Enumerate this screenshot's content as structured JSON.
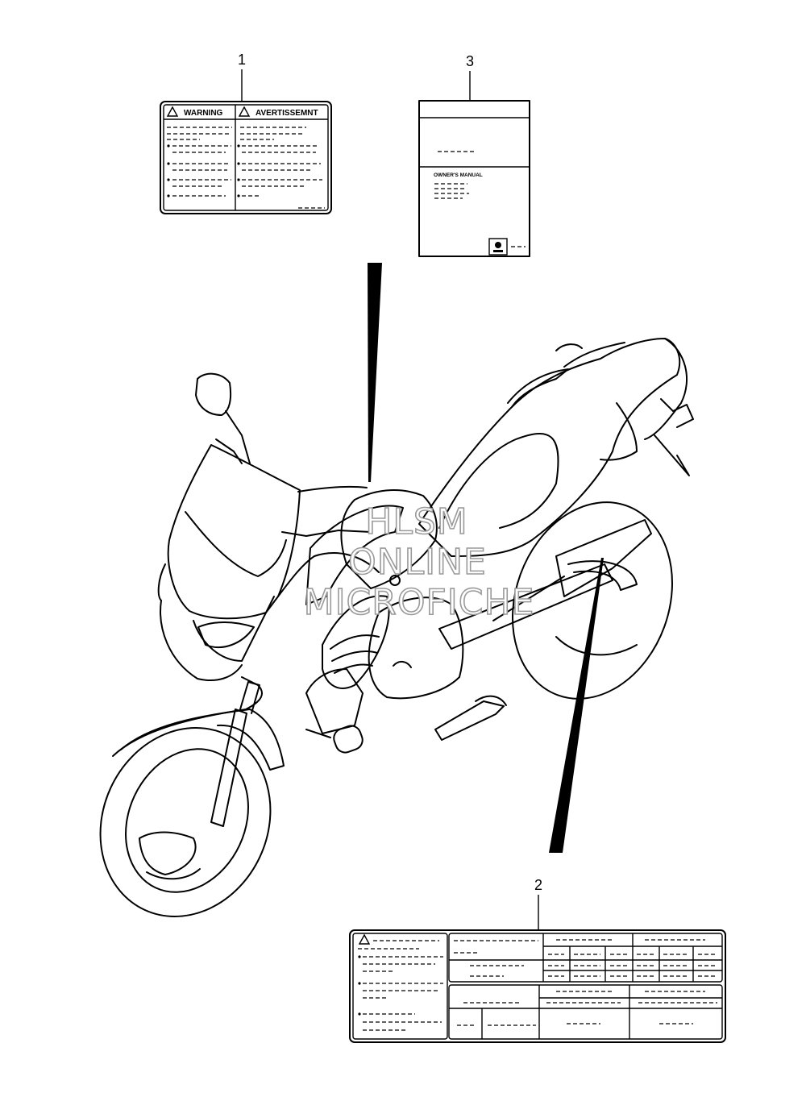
{
  "callouts": [
    {
      "id": "1",
      "label": "1"
    },
    {
      "id": "2",
      "label": "2"
    },
    {
      "id": "3",
      "label": "3"
    }
  ],
  "label_1": {
    "left_heading": "WARNING",
    "right_heading": "AVERTISSEMNT"
  },
  "label_3": {
    "manual_title": "OWNER'S MANUAL"
  },
  "watermark": {
    "line1": "HLSM",
    "line2": "ONLINE",
    "line3": "MICROFICHE"
  },
  "colors": {
    "line": "#000000",
    "background": "#ffffff",
    "watermark_outline": "#9a9a9a"
  }
}
